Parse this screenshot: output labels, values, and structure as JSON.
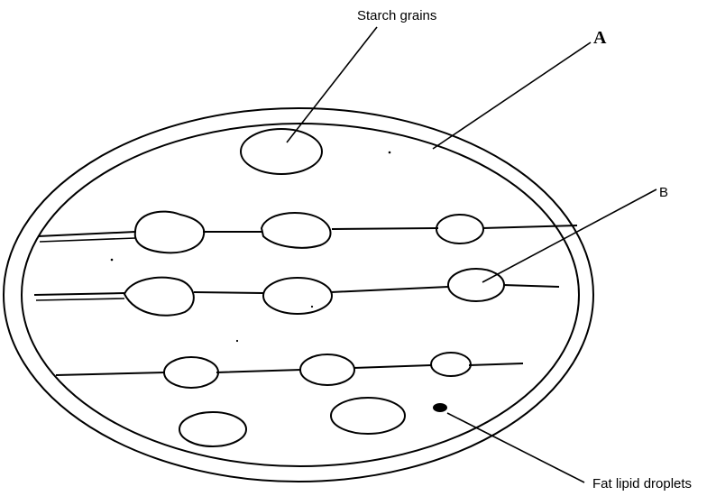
{
  "labels": {
    "starch": "Starch grains",
    "a": "A",
    "b": "B",
    "fat": "Fat lipid droplets"
  },
  "colors": {
    "ink": "#000000",
    "background": "#ffffff"
  }
}
